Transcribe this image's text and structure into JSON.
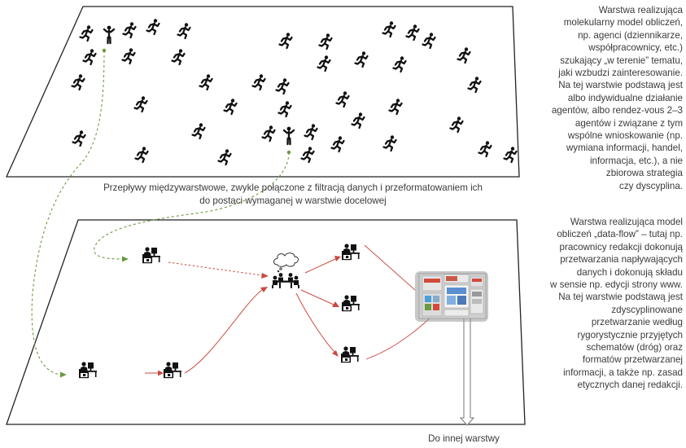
{
  "top_note": [
    "Warstwa realizująca",
    "molekularny model obliczeń,",
    "np. agenci (dziennikarze,",
    "współpracownicy, etc.)",
    "szukający „w terenie” tematu,",
    "jaki wzbudzi zainteresowanie.",
    "Na tej warstwie podstawą jest",
    "albo indywidualne działanie",
    "agentów, albo rendez-vous 2–3",
    "agentów i związane z tym",
    "wspólne wnioskowanie (np.",
    "wymiana informacji, handel,",
    "informacja, etc.), a nie",
    "zbiorowa strategia",
    "czy dyscyplina."
  ],
  "flow_label": [
    "Przepływy międzywarstwowe, zwykle połączone z filtracją danych i przeformatowaniem ich",
    "do postaci wymaganej w warstwie docelowej"
  ],
  "bottom_note": [
    "Warstwa realizująca model",
    "obliczeń „data-flow” – tutaj np.",
    "pracownicy redakcji dokonują",
    "przetwarzania napływających",
    "danych i dokonują składu",
    "w sensie np. edycji strony www.",
    "Na tej warstwie podstawą jest",
    "zdyscyplinowane",
    "przetwarzanie według",
    "rygorystycznie przyjętych",
    "schematów (dróg) oraz",
    "formatów przetwarzanej",
    "informacji, a także np. zasad",
    "etycznych danej redakcji."
  ],
  "output_label": "Do innej warstwy",
  "colors": {
    "green_flow": "#6b9a3c",
    "red_flow": "#c94a3e",
    "plane_edge": "#222222",
    "icon": "#111111"
  },
  "icons": {
    "runner": "running-person-icon",
    "standing": "standing-person-icon",
    "worker": "desk-worker-icon",
    "meeting": "meeting-table-icon",
    "thought": "thought-cloud-icon",
    "website": "website-collage-icon"
  }
}
